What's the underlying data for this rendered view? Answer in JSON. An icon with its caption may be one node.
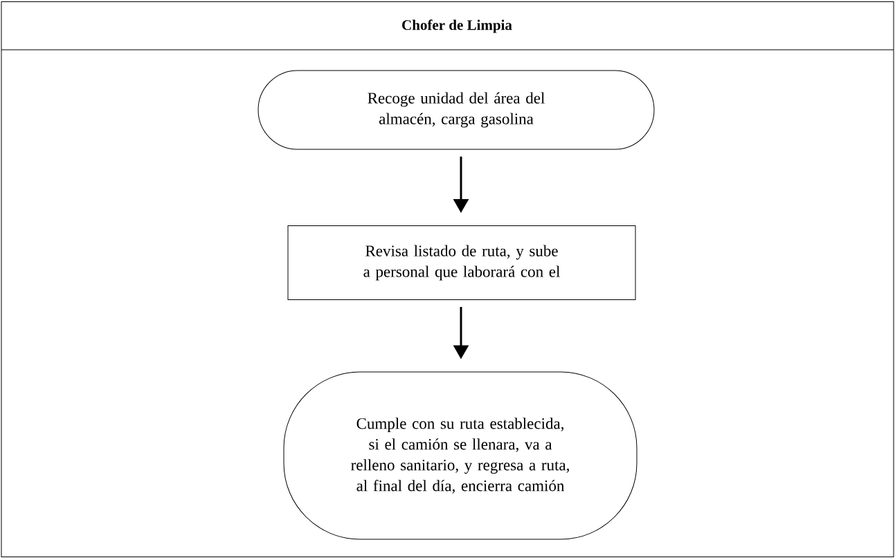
{
  "diagram": {
    "nodes": [
      {
        "text": [
          "Chofer de Limpia"
        ]
      },
      {
        "text": [
          "Recoge unidad del área del almacén, carga gasolina"
        ],
        "in": 0
      },
      {
        "text": [
          "Revisa listado de ruta, y sube a personal que laborará con el"
        ],
        "in": 0
      },
      {
        "text": [
          "Cumple con su ruta establecida, si el camión se llenara, va a relleno sanitario, y regresa a ruta, al final del día, encierra camión"
        ],
        "in": 0
      }
    ],
    "edges": [
      {
        "from": 1,
        "to": 2,
        "arrow": "to"
      },
      {
        "from": 2,
        "to": 3,
        "arrow": "to"
      }
    ]
  }
}
